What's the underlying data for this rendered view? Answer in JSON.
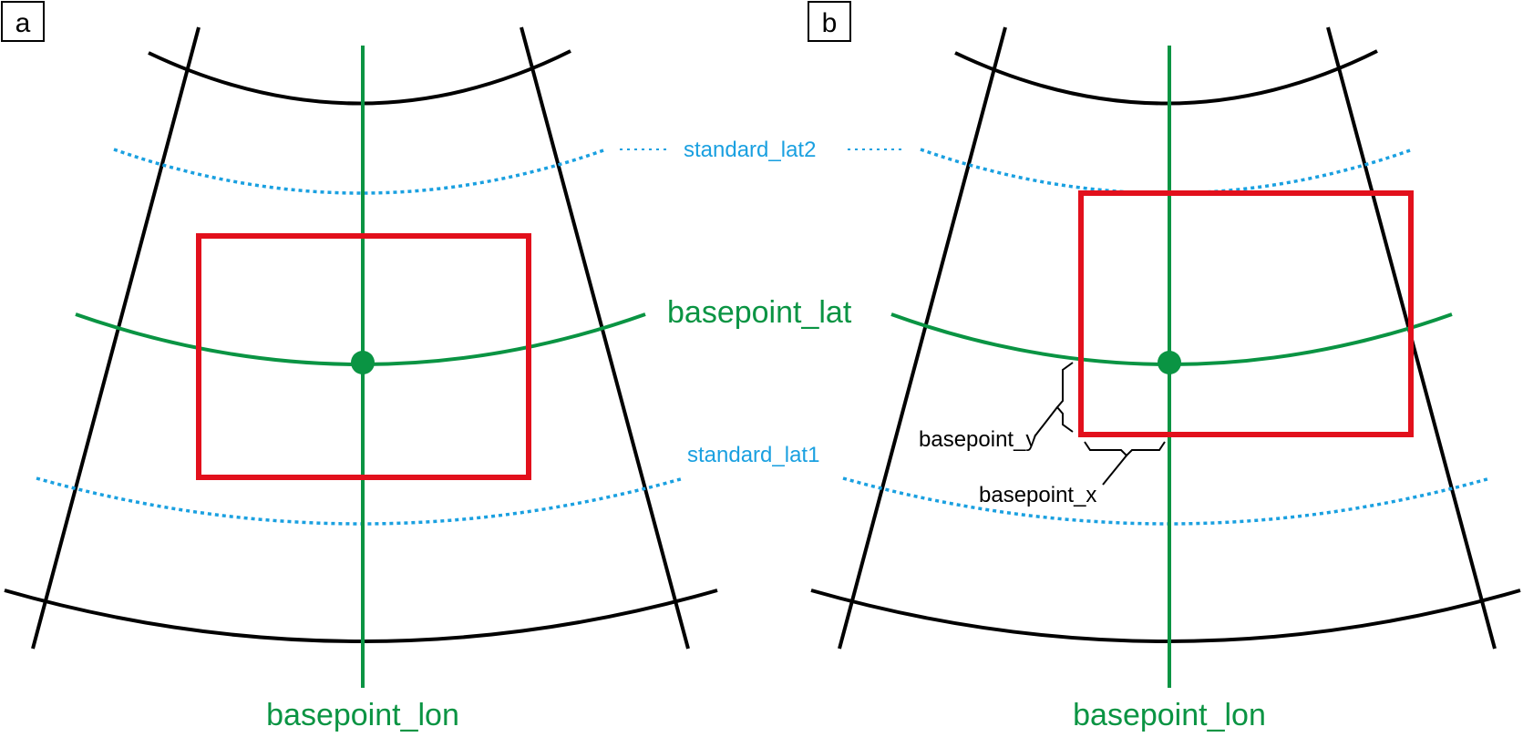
{
  "panels": [
    {
      "tag": "a",
      "labels": {
        "standard_lat2": "standard_lat2",
        "basepoint_lat": "basepoint_lat",
        "standard_lat1": "standard_lat1",
        "basepoint_lon": "basepoint_lon"
      }
    },
    {
      "tag": "b",
      "labels": {
        "basepoint_y": "basepoint_y",
        "basepoint_x": "basepoint_x",
        "basepoint_lon": "basepoint_lon"
      }
    }
  ],
  "colors": {
    "grid": "#000000",
    "basepoint": "#0a9443",
    "standard_parallels": "#1aa0e0",
    "domain": "#e2101c"
  }
}
